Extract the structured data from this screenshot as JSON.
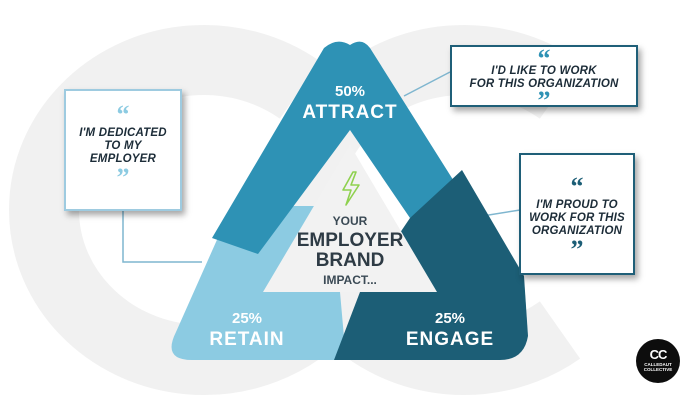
{
  "segments": [
    {
      "key": "attract",
      "percent": "50%",
      "label": "ATTRACT",
      "color": "#2e92b5"
    },
    {
      "key": "engage",
      "percent": "25%",
      "label": "ENGAGE",
      "color": "#1c5e76"
    },
    {
      "key": "retain",
      "percent": "25%",
      "label": "RETAIN",
      "color": "#8ccbe2"
    }
  ],
  "center": {
    "line1": "YOUR",
    "line2": "EMPLOYER",
    "line3": "BRAND",
    "line4": "IMPACT...",
    "icon": "lightning-bolt-icon"
  },
  "quotes": {
    "attract": {
      "open": "“",
      "text": [
        "I'D LIKE TO WORK",
        "FOR THIS ORGANIZATION"
      ],
      "close": "”"
    },
    "engage": {
      "open": "“",
      "text": [
        "I'M PROUD TO",
        "WORK FOR THIS",
        "ORGANIZATION"
      ],
      "close": "”"
    },
    "retain": {
      "open": "“",
      "text": [
        "I'M DEDICATED",
        "TO MY",
        "EMPLOYER"
      ],
      "close": "”"
    }
  },
  "colors": {
    "light_box_border": "#9ecbe0",
    "dark_box_border": "#1f5f78",
    "background_watermark": "#f1f1f1",
    "center_triangle": "#f2f2f2",
    "connector_line": "#7fb6cf"
  },
  "logo": {
    "mark": "CC",
    "lines": [
      "CALLEDAUT",
      "COLLECTIVE"
    ]
  }
}
